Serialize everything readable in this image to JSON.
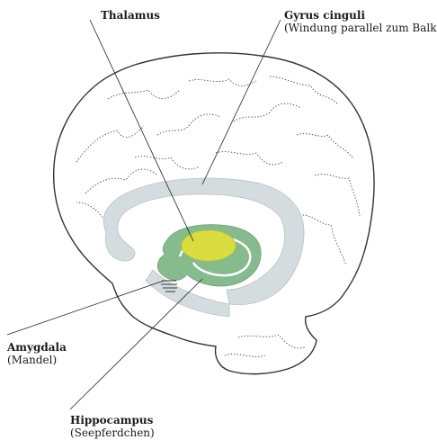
{
  "labels": {
    "thalamus": {
      "title": "Thalamus"
    },
    "gyrus": {
      "title": "Gyrus cinguli",
      "subtitle": "(Windung parallel zum Balken)"
    },
    "amygdala": {
      "title": "Amygdala",
      "subtitle": "(Mandel)"
    },
    "hippocampus": {
      "title": "Hippocampus",
      "subtitle": "(Seepferdchen)"
    }
  },
  "colors": {
    "outline": "#333333",
    "gyrus_fill": "#d5dcdf",
    "thalamus_fill": "#d9dd3d",
    "hippocampus_fill": "#86bb8d",
    "leader_line": "#222222"
  }
}
